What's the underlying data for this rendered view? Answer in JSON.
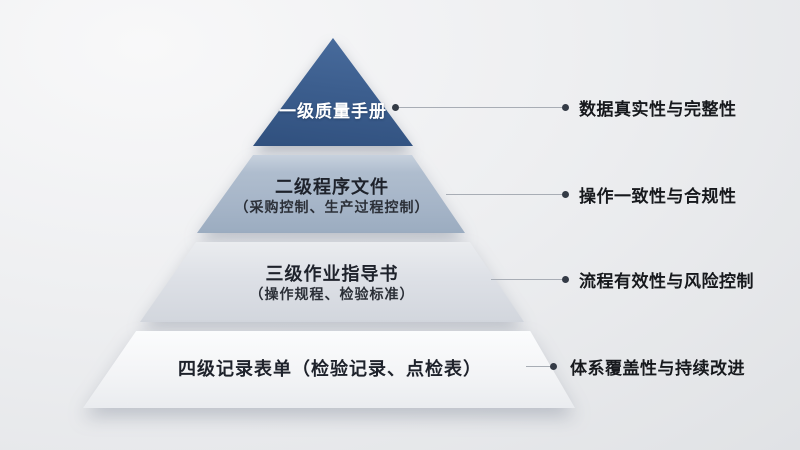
{
  "diagram": {
    "type": "pyramid",
    "tiers": [
      {
        "level": 1,
        "label": "一级质量手册",
        "sublabel": "",
        "fill": "#3c5e8e",
        "text_color": "#ffffff"
      },
      {
        "level": 2,
        "label": "二级程序文件",
        "sublabel": "（采购控制、生产过程控制）",
        "fill": "#a6b5c8",
        "text_color": "#1e222b"
      },
      {
        "level": 3,
        "label": "三级作业指导书",
        "sublabel": "（操作规程、检验标准）",
        "fill": "#dde0e6",
        "text_color": "#1e222b"
      },
      {
        "level": 4,
        "label": "四级记录表单（检验记录、点检表）",
        "sublabel": "",
        "fill": "#f3f4f6",
        "text_color": "#1e222b"
      }
    ]
  },
  "annotations": [
    {
      "label": "数据真实性与完整性"
    },
    {
      "label": "操作一致性与合规性"
    },
    {
      "label": "流程有效性与风险控制"
    },
    {
      "label": "体系覆盖性与持续改进"
    }
  ],
  "colors": {
    "background": "#ededef",
    "connector_line": "#a8adb5",
    "connector_dot": "#343b46",
    "annotation_text": "#17191d"
  }
}
